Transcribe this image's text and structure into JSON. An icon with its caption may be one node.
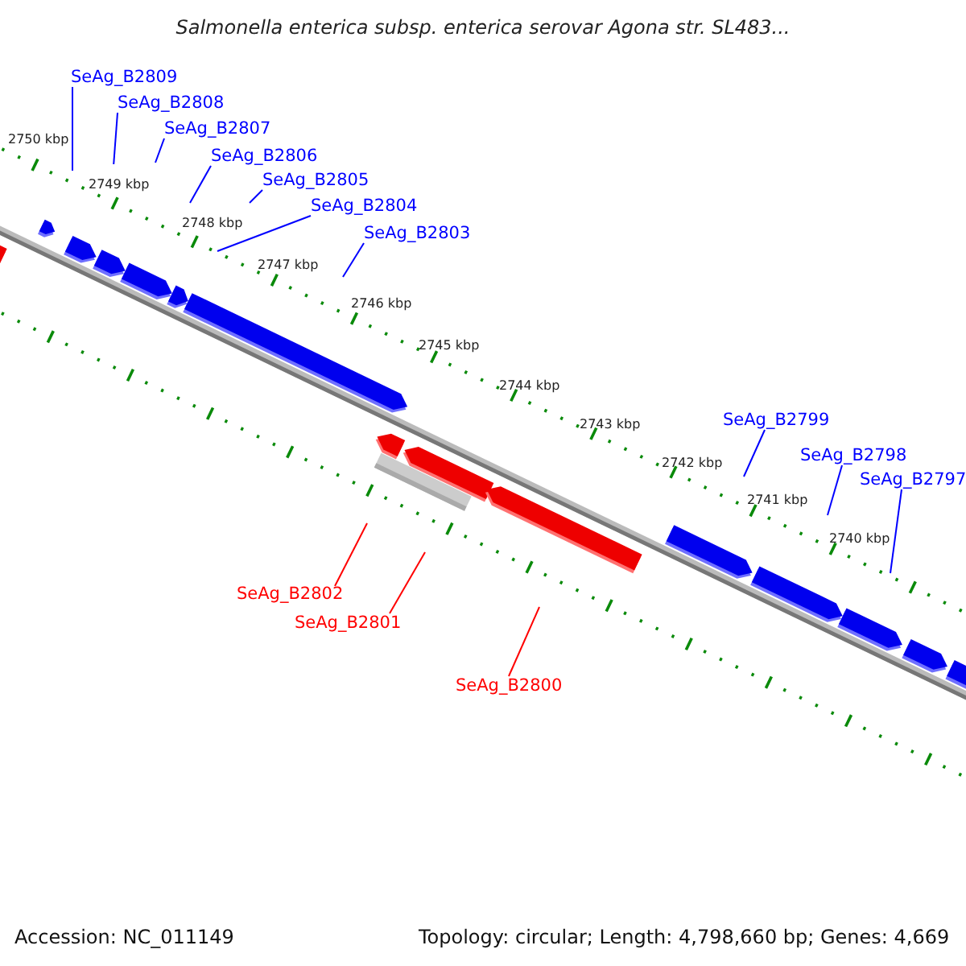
{
  "diagram": {
    "title": "Salmonella enterica subsp. enterica serovar Agona str. SL483...",
    "nodes": [
      {
        "text": [
          "SeAg_B2809"
        ]
      },
      {
        "text": [
          "SeAg_B2808"
        ]
      },
      {
        "text": [
          "SeAg_B2807"
        ]
      },
      {
        "text": [
          "SeAg_B2806"
        ]
      },
      {
        "text": [
          "SeAg_B2805"
        ]
      },
      {
        "text": [
          "SeAg_B2804"
        ]
      },
      {
        "text": [
          "SeAg_B2803"
        ]
      },
      {
        "text": [
          "SeAg_B2799"
        ]
      },
      {
        "text": [
          "SeAg_B2798"
        ]
      },
      {
        "text": [
          "SeAg_B2797"
        ]
      },
      {
        "text": [
          "SeAg_B2802"
        ]
      },
      {
        "text": [
          "SeAg_B2801"
        ]
      },
      {
        "text": [
          "SeAg_B2800"
        ]
      }
    ],
    "edges": [
      {
        "from": 0,
        "to": null,
        "arrow": "none"
      },
      {
        "from": 1,
        "to": null,
        "arrow": "none"
      },
      {
        "from": 2,
        "to": null,
        "arrow": "none"
      },
      {
        "from": 3,
        "to": null,
        "arrow": "none"
      },
      {
        "from": 4,
        "to": null,
        "arrow": "none"
      },
      {
        "from": 5,
        "to": null,
        "arrow": "none"
      },
      {
        "from": 6,
        "to": null,
        "arrow": "none"
      },
      {
        "from": 7,
        "to": null,
        "arrow": "none"
      },
      {
        "from": 8,
        "to": null,
        "arrow": "none"
      },
      {
        "from": 9,
        "to": null,
        "arrow": "none"
      },
      {
        "from": 10,
        "to": null,
        "arrow": "none",
        "color": "#ff0000"
      },
      {
        "from": 11,
        "to": null,
        "arrow": "none",
        "color": "#ff0000"
      },
      {
        "from": 12,
        "to": null,
        "arrow": "none",
        "color": "#ff0000"
      }
    ],
    "labels": [
      "2750 kbp",
      "2749 kbp",
      "2748 kbp",
      "2747 kbp",
      "2746 kbp",
      "2745 kbp",
      "2744 kbp",
      "2743 kbp",
      "2742 kbp",
      "2741 kbp",
      "2740 kbp",
      "Accession: NC_011149",
      "Topology: circular; Length: 4,798,660 bp; Genes: 4,669"
    ]
  }
}
